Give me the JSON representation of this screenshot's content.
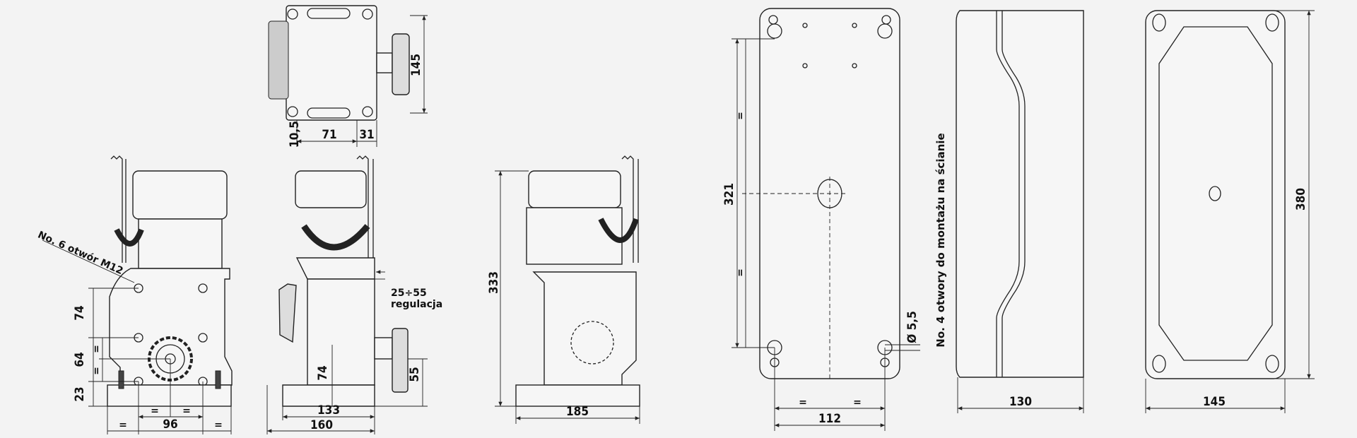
{
  "top_view": {
    "dims": {
      "height": "145",
      "width_a": "71",
      "width_b": "31",
      "offset": "10,5"
    }
  },
  "front_view": {
    "callout": "No. 6 otwór M12",
    "dims": {
      "v1": "74",
      "v2": "64",
      "v3": "23",
      "eq1": "=",
      "eq2": "=",
      "eq3": "=",
      "eq4": "=",
      "eq5": "=",
      "eq6": "=",
      "width": "96"
    }
  },
  "side_view": {
    "dims": {
      "depth_inner": "133",
      "depth": "160",
      "shaft_height": "74",
      "pinion_height": "55",
      "adjust_range": "25÷55",
      "adjust_label": "regulacja"
    }
  },
  "rear_view": {
    "dims": {
      "height": "333",
      "width": "185"
    }
  },
  "base_plate": {
    "dims": {
      "hole_spacing_v": "321",
      "eq_top": "=",
      "eq_bottom": "=",
      "hole_dia": "Ø 5,5",
      "hole_spacing_h": "112",
      "eq_left": "=",
      "eq_right": "="
    },
    "note": "No. 4 otwory do montażu na ścianie"
  },
  "cover_side": {
    "dims": {
      "depth": "130"
    }
  },
  "cover_front": {
    "dims": {
      "width": "145",
      "height": "380"
    }
  }
}
